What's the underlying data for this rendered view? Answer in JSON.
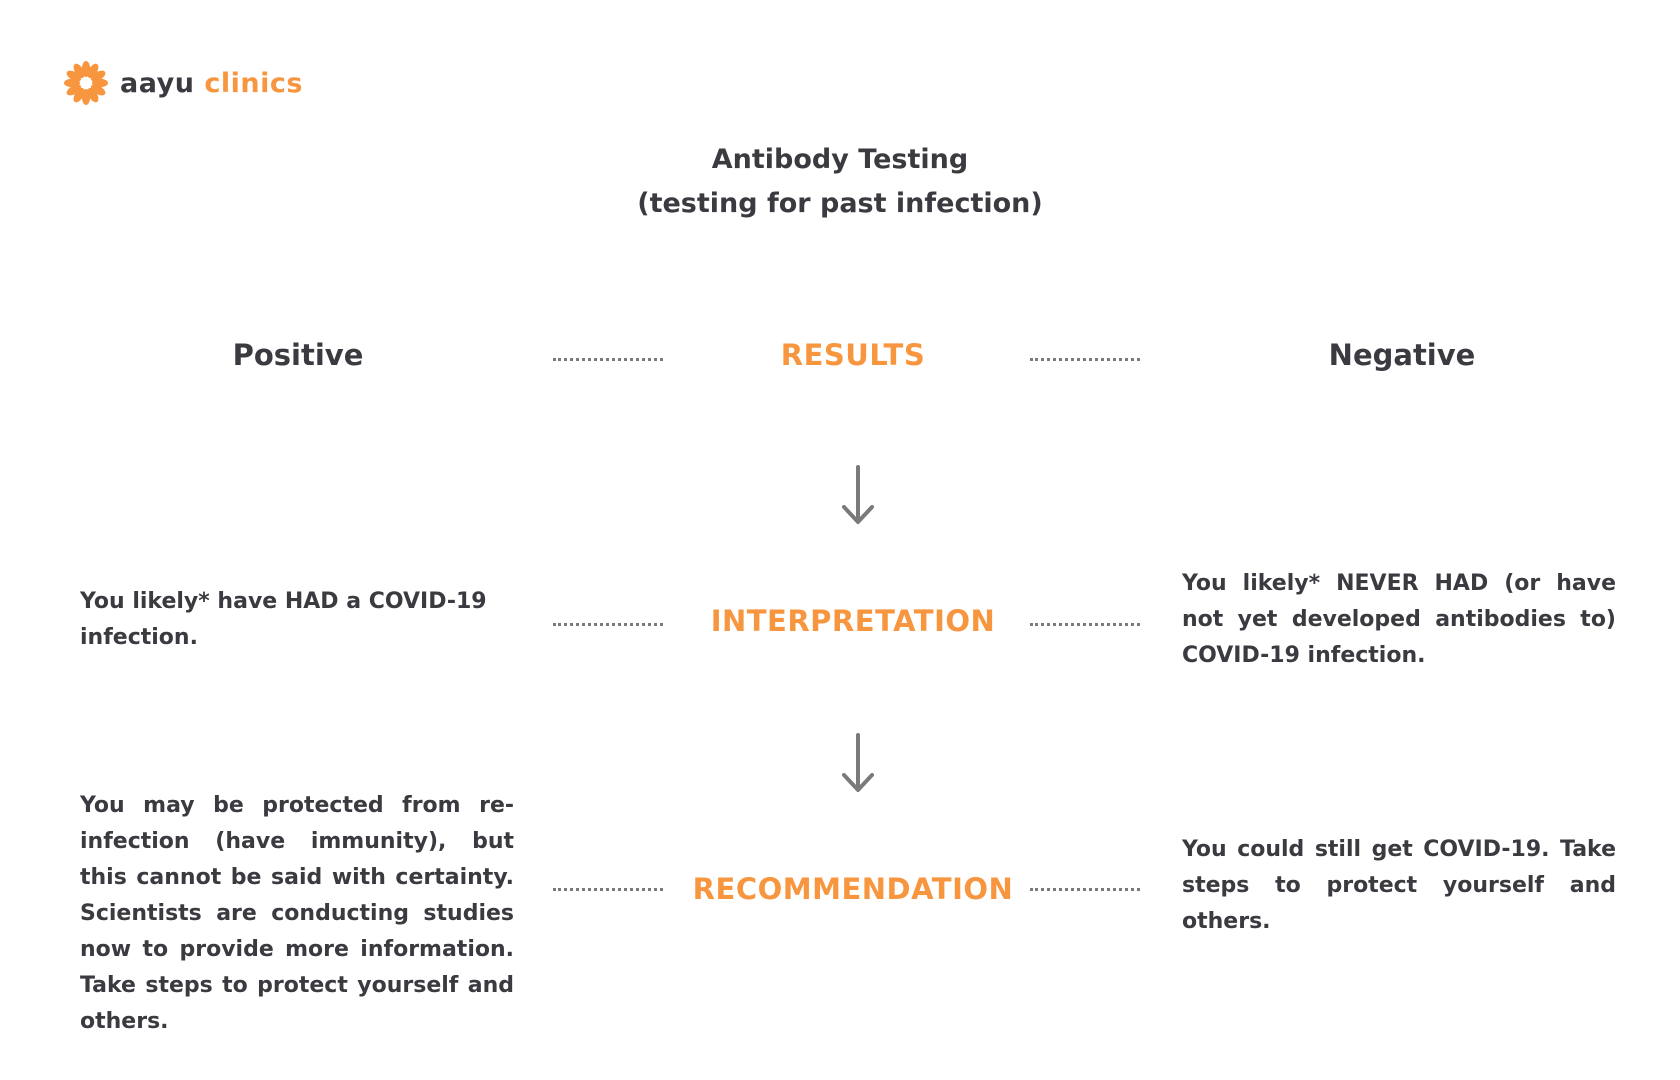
{
  "logo": {
    "word_1": "aayu",
    "word_2": "clinics",
    "icon": "flower-icon",
    "accent_color": "#f7963e"
  },
  "title": {
    "line_1": "Antibody Testing",
    "line_2": "(testing for past infection)"
  },
  "columns": {
    "positive": "Positive",
    "negative": "Negative"
  },
  "stages": {
    "results": "RESULTS",
    "interpretation": "INTERPRETATION",
    "recommendation": "RECOMMENDATION"
  },
  "interpretation": {
    "positive": "You likely* have HAD a COVID-19 infection.",
    "negative": "You likely* NEVER HAD (or have not yet developed antibodies to) COVID-19 infection."
  },
  "recommendation": {
    "positive": "You may be protected from re-infection (have immunity), but this cannot be said with certainty. Scientists are conducting studies now to provide more information. Take steps to protect yourself and others.",
    "negative": "You could still get COVID-19. Take steps to protect yourself and others."
  },
  "colors": {
    "text": "#3a3a40",
    "accent": "#f7963e",
    "connector": "#7a7a7a"
  }
}
